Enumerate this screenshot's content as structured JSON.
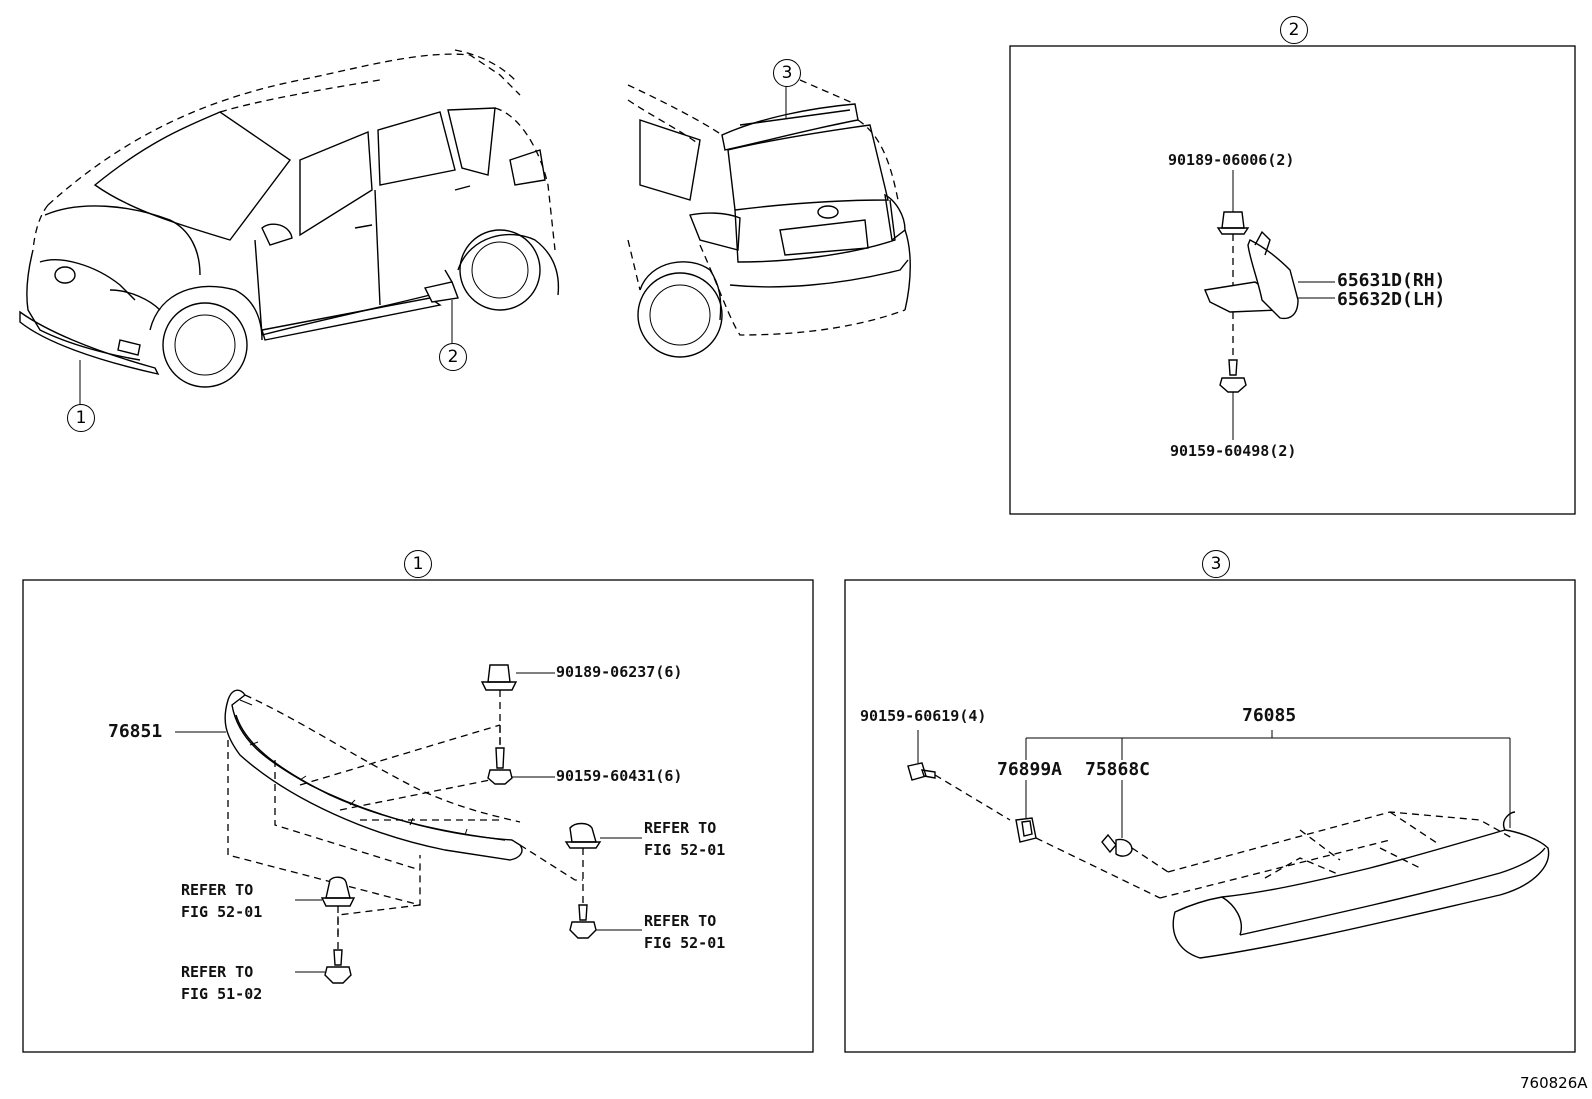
{
  "callouts": {
    "c1": "1",
    "c2": "2",
    "c3": "3"
  },
  "inset2": {
    "header": "2",
    "clip_top": "90189-06006(2)",
    "part_rh": "65631D(RH)",
    "part_lh": "65632D(LH)",
    "screw_bottom": "90159-60498(2)"
  },
  "inset1": {
    "header": "1",
    "spoiler": "76851",
    "clip": "90189-06237(6)",
    "screw": "90159-60431(6)",
    "ref_right_clip_l1": "REFER TO",
    "ref_right_clip_l2": "FIG 52-01",
    "ref_right_screw_l1": "REFER TO",
    "ref_right_screw_l2": "FIG 52-01",
    "ref_left_clip_l1": "REFER TO",
    "ref_left_clip_l2": "FIG 52-01",
    "ref_left_screw_l1": "REFER TO",
    "ref_left_screw_l2": "FIG 51-02"
  },
  "inset3": {
    "header": "3",
    "assembly": "76085",
    "screw": "90159-60619(4)",
    "part_a": "76899A",
    "part_b": "75868C"
  },
  "diagram_code": "760826A"
}
